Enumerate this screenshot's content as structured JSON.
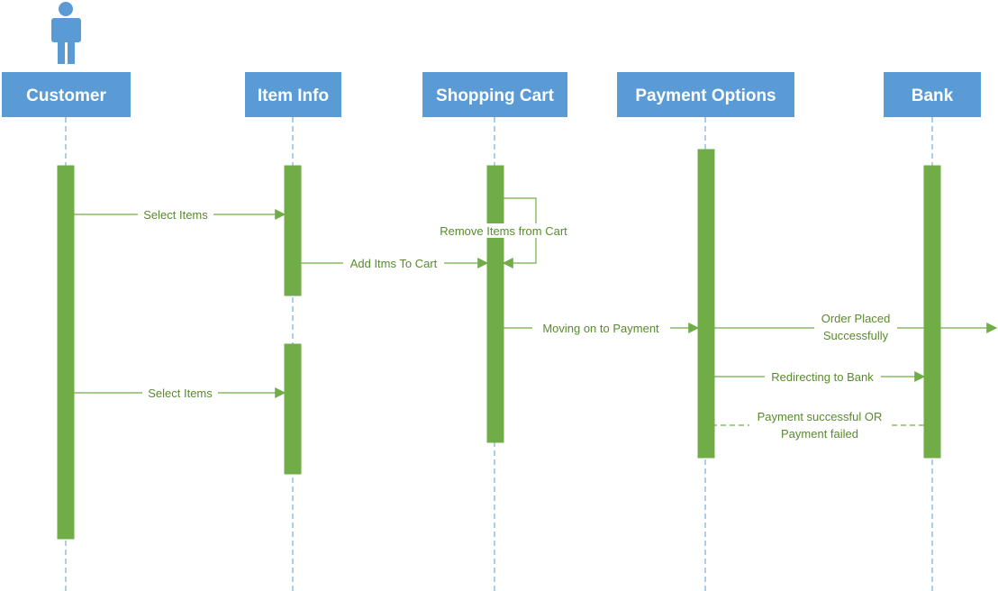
{
  "colors": {
    "participant_fill": "#5b9bd5",
    "participant_text": "#ffffff",
    "lifeline": "#5b9bd5",
    "activation": "#70ad47",
    "message": "#70ad47",
    "message_text": "#5a8a2e"
  },
  "actor": {
    "icon": "person-icon"
  },
  "participants": [
    {
      "id": "customer",
      "label": "Customer"
    },
    {
      "id": "item_info",
      "label": "Item Info"
    },
    {
      "id": "shopping_cart",
      "label": "Shopping Cart"
    },
    {
      "id": "payment_options",
      "label": "Payment Options"
    },
    {
      "id": "bank",
      "label": "Bank"
    }
  ],
  "messages": [
    {
      "id": "select_items_1",
      "from": "customer",
      "to": "item_info",
      "type": "sync",
      "lines": [
        "Select Items"
      ]
    },
    {
      "id": "remove_items",
      "from": "shopping_cart",
      "to": "shopping_cart",
      "type": "self",
      "lines": [
        "Remove Items from Cart"
      ]
    },
    {
      "id": "add_items",
      "from": "item_info",
      "to": "shopping_cart",
      "type": "sync",
      "lines": [
        "Add Itms To Cart"
      ]
    },
    {
      "id": "moving_to_payment",
      "from": "shopping_cart",
      "to": "payment_options",
      "type": "sync",
      "lines": [
        "Moving on to Payment"
      ]
    },
    {
      "id": "order_placed",
      "from": "payment_options",
      "to": "external",
      "type": "sync",
      "lines": [
        "Order Placed",
        "Successfully"
      ]
    },
    {
      "id": "redirecting_bank",
      "from": "payment_options",
      "to": "bank",
      "type": "sync",
      "lines": [
        "Redirecting to Bank"
      ]
    },
    {
      "id": "payment_result",
      "from": "bank",
      "to": "payment_options",
      "type": "return",
      "lines": [
        "Payment successful OR",
        "Payment failed"
      ]
    },
    {
      "id": "select_items_2",
      "from": "customer",
      "to": "item_info",
      "type": "sync",
      "lines": [
        "Select Items"
      ]
    }
  ]
}
